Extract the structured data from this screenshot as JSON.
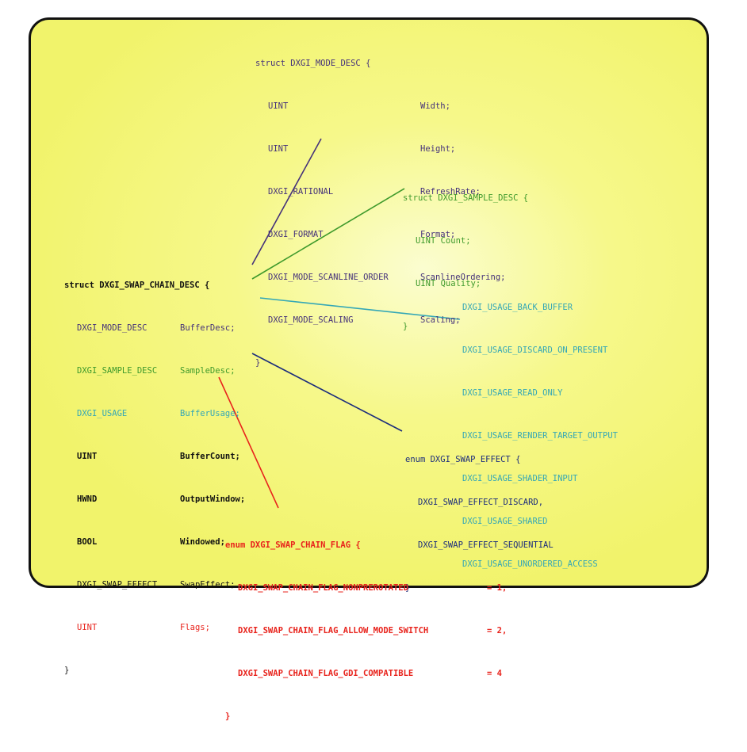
{
  "colors": {
    "background": "#f3f56f",
    "border": "#111111",
    "mode_desc": "#45327a",
    "sample_desc": "#3f9a2c",
    "usage": "#34a7b6",
    "swap_effect": "#1c2d7c",
    "flags": "#e8231c",
    "main": "#111111"
  },
  "swap_chain_desc": {
    "header": "struct DXGI_SWAP_CHAIN_DESC {",
    "fields": [
      {
        "type": "DXGI_MODE_DESC",
        "name": "BufferDesc;",
        "color": "#45327a"
      },
      {
        "type": "DXGI_SAMPLE_DESC",
        "name": "SampleDesc;",
        "color": "#3f9a2c"
      },
      {
        "type": "DXGI_USAGE",
        "name": "BufferUsage;",
        "color": "#34a7b6"
      },
      {
        "type": "UINT",
        "name": "BufferCount;",
        "color": "#111111"
      },
      {
        "type": "HWND",
        "name": "OutputWindow;",
        "color": "#111111"
      },
      {
        "type": "BOOL",
        "name": "Windowed;",
        "color": "#111111"
      },
      {
        "type": "DXGI_SWAP_EFFECT",
        "name": "SwapEffect;",
        "color": "#111111"
      },
      {
        "type": "UINT",
        "name": "Flags;",
        "color": "#e8231c"
      }
    ],
    "closing": "}"
  },
  "mode_desc": {
    "header": "struct DXGI_MODE_DESC {",
    "fields": [
      {
        "type": "UINT",
        "name": "Width;"
      },
      {
        "type": "UINT",
        "name": "Height;"
      },
      {
        "type": "DXGI_RATIONAL",
        "name": "RefreshRate;"
      },
      {
        "type": "DXGI_FORMAT",
        "name": "Format;"
      },
      {
        "type": "DXGI_MODE_SCANLINE_ORDER",
        "name": "ScanlineOrdering;"
      },
      {
        "type": "DXGI_MODE_SCALING",
        "name": "Scaling;"
      }
    ],
    "closing": "}"
  },
  "sample_desc": {
    "header": "struct DXGI_SAMPLE_DESC {",
    "fields": [
      "UINT Count;",
      "UINT Quality;"
    ],
    "closing": "}"
  },
  "usage": {
    "items": [
      "DXGI_USAGE_BACK_BUFFER",
      "DXGI_USAGE_DISCARD_ON_PRESENT",
      "DXGI_USAGE_READ_ONLY",
      "DXGI_USAGE_RENDER_TARGET_OUTPUT",
      "DXGI_USAGE_SHADER_INPUT",
      "DXGI_USAGE_SHARED",
      "DXGI_USAGE_UNORDERED_ACCESS"
    ]
  },
  "swap_effect": {
    "header": "enum DXGI_SWAP_EFFECT {",
    "items": [
      "DXGI_SWAP_EFFECT_DISCARD,",
      "DXGI_SWAP_EFFECT_SEQUENTIAL"
    ],
    "closing": "}"
  },
  "swap_chain_flag": {
    "header": "enum DXGI_SWAP_CHAIN_FLAG {",
    "items": [
      {
        "name": "DXGI_SWAP_CHAIN_FLAG_NONPREROTATED",
        "value": "= 1,"
      },
      {
        "name": "DXGI_SWAP_CHAIN_FLAG_ALLOW_MODE_SWITCH",
        "value": "= 2,"
      },
      {
        "name": "DXGI_SWAP_CHAIN_FLAG_GDI_COMPATIBLE",
        "value": "= 4"
      }
    ],
    "closing": "}"
  }
}
